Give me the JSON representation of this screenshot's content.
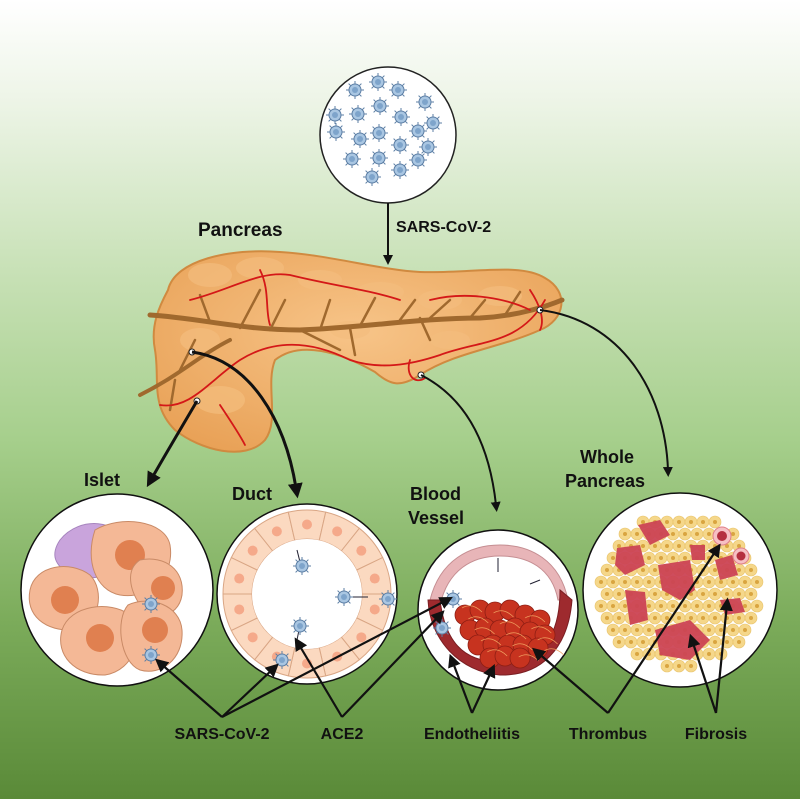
{
  "figure": {
    "title_region": "SARS-CoV-2 pancreatic involvement diagram",
    "colors": {
      "background_top": "#ffffff",
      "background_bottom": "#5a8a38",
      "pancreas_fill": "#f0b068",
      "pancreas_edge": "#d68a3c",
      "vessel_red": "#d41818",
      "duct_brown": "#a0692e",
      "virus_blue": "#8fb3d6",
      "fibrosis_red": "#cc4455",
      "acinar_yellow": "#f5d78a"
    }
  },
  "source": {
    "label": "SARS-CoV-2",
    "icon": "virus-cluster-icon",
    "virus_count": 20
  },
  "organ": {
    "label": "Pancreas"
  },
  "panels": [
    {
      "id": "islet",
      "label_lines": [
        "Islet"
      ]
    },
    {
      "id": "duct",
      "label_lines": [
        "Duct"
      ]
    },
    {
      "id": "blood-vessel",
      "label_lines": [
        "Blood",
        "Vessel"
      ]
    },
    {
      "id": "whole-pancreas",
      "label_lines": [
        "Whole",
        "Pancreas"
      ]
    }
  ],
  "callouts": [
    {
      "id": "sars-cov-2",
      "label": "SARS-CoV-2"
    },
    {
      "id": "ace2",
      "label": "ACE2"
    },
    {
      "id": "endotheliitis",
      "label": "Endotheliitis"
    },
    {
      "id": "thrombus",
      "label": "Thrombus"
    },
    {
      "id": "fibrosis",
      "label": "Fibrosis"
    }
  ]
}
